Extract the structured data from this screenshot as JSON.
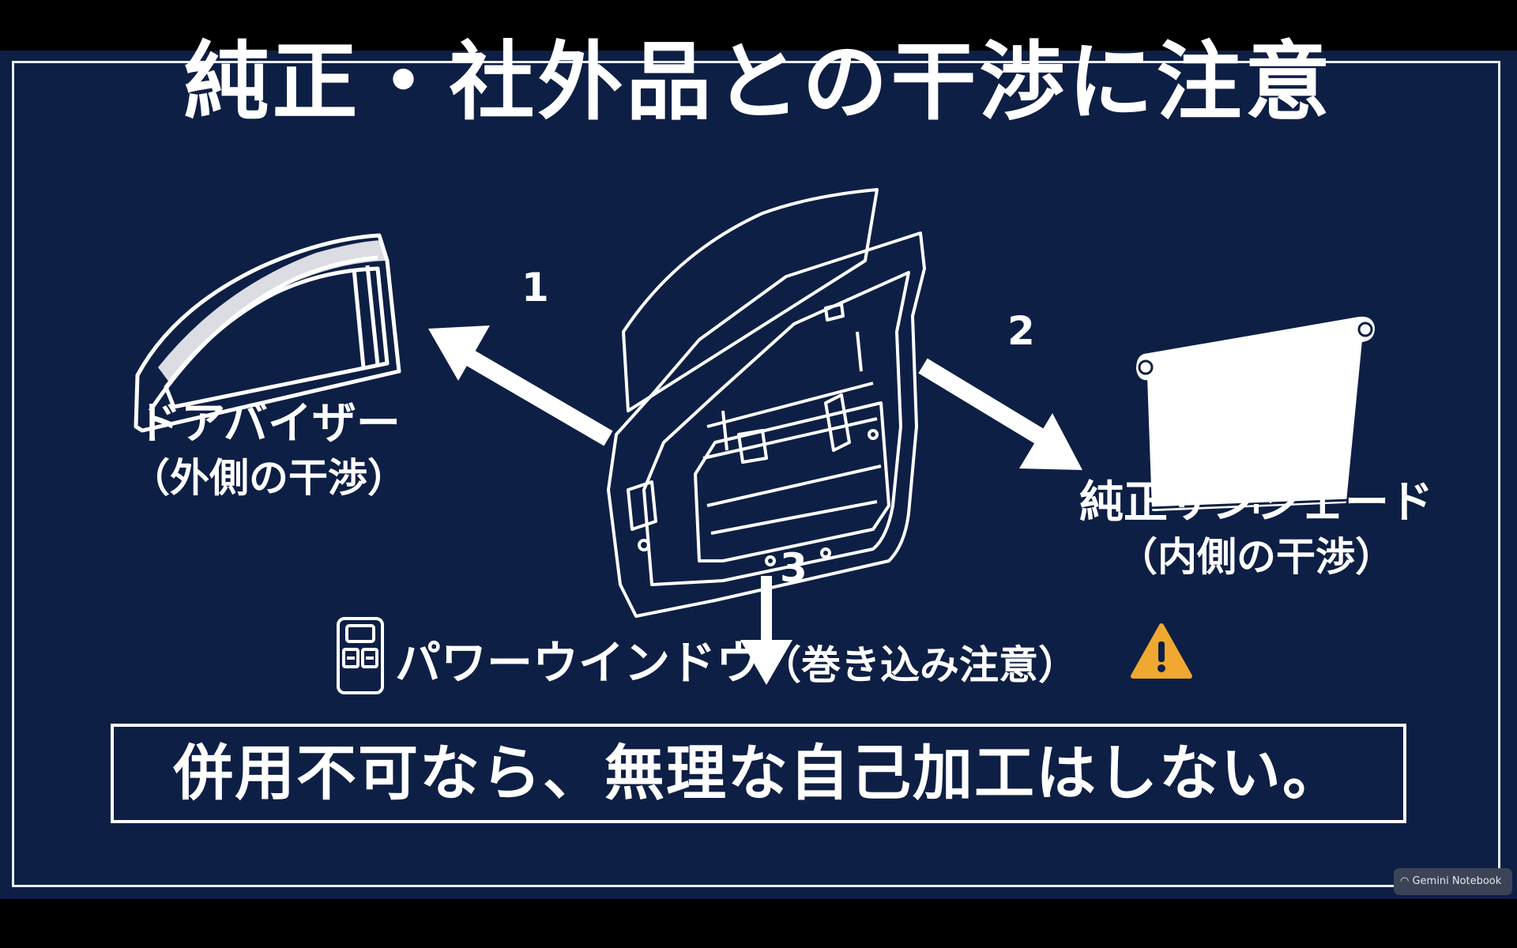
{
  "title": "純正・社外品との干渉に注意",
  "items": [
    {
      "number": "1",
      "label": "ドアバイザー",
      "note": "（外側の干渉）",
      "icon": "door-visor-icon"
    },
    {
      "number": "2",
      "label": "純正サンシェード",
      "note": "（内側の干渉）",
      "icon": "roller-sunshade-icon"
    },
    {
      "number": "3",
      "label": "パワーウインドウ",
      "note": "（巻き込み注意）",
      "icon": "power-window-switch-icon"
    }
  ],
  "center_icon": "car-door-frame-icon",
  "warning_icon": "warning-triangle-icon",
  "bottom_message": "併用不可なら、無理な自己加工はしない。",
  "watermark": "Gemini Notebook",
  "colors": {
    "background": "#0e1f45",
    "foreground": "#ffffff",
    "warning": "#f0a830"
  }
}
